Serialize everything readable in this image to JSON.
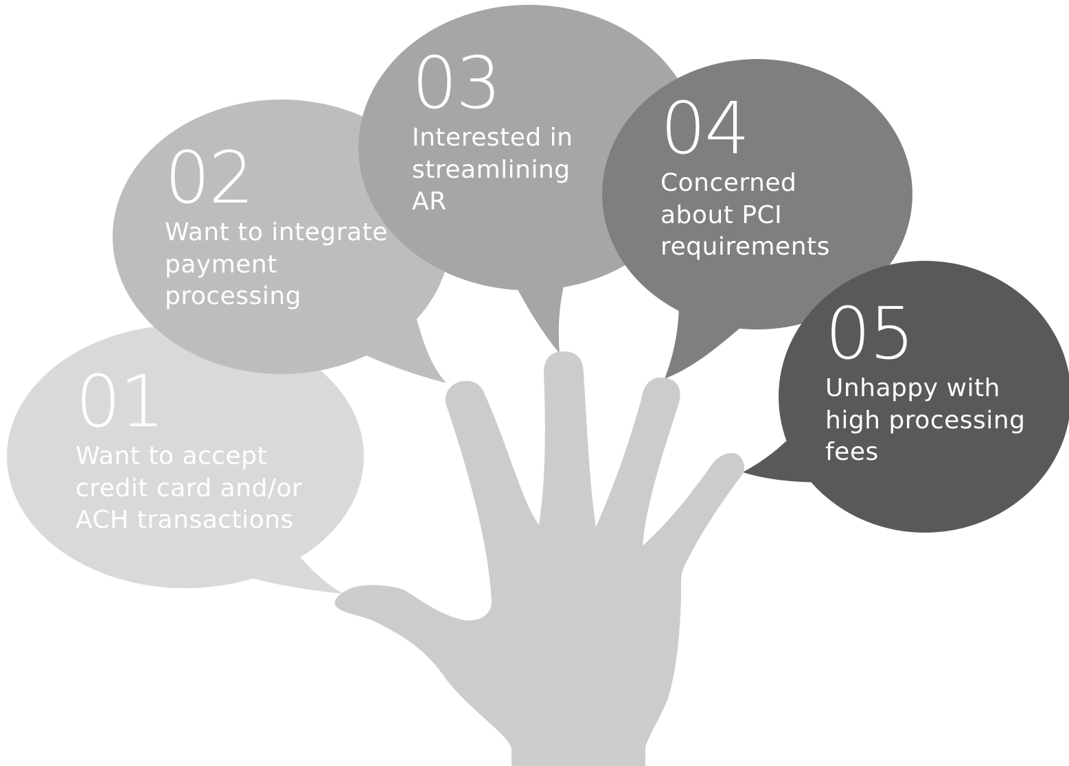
{
  "colors": {
    "background": "#ffffff",
    "hand": "#cccccc",
    "text": "#ffffff",
    "bubble_01": "#d9d9d9",
    "bubble_02": "#bdbdbd",
    "bubble_03": "#a6a6a6",
    "bubble_04": "#7f7f7f",
    "bubble_05": "#595959"
  },
  "bubbles": [
    {
      "number": "01",
      "label_lines": [
        "Want to accept",
        "credit card and/or",
        "ACH transactions"
      ]
    },
    {
      "number": "02",
      "label_lines": [
        "Want to integrate",
        "payment",
        "processing"
      ]
    },
    {
      "number": "03",
      "label_lines": [
        "Interested in",
        "streamlining",
        "AR"
      ]
    },
    {
      "number": "04",
      "label_lines": [
        "Concerned",
        "about PCI",
        "requirements"
      ]
    },
    {
      "number": "05",
      "label_lines": [
        "Unhappy with",
        "high processing",
        "fees"
      ]
    }
  ]
}
